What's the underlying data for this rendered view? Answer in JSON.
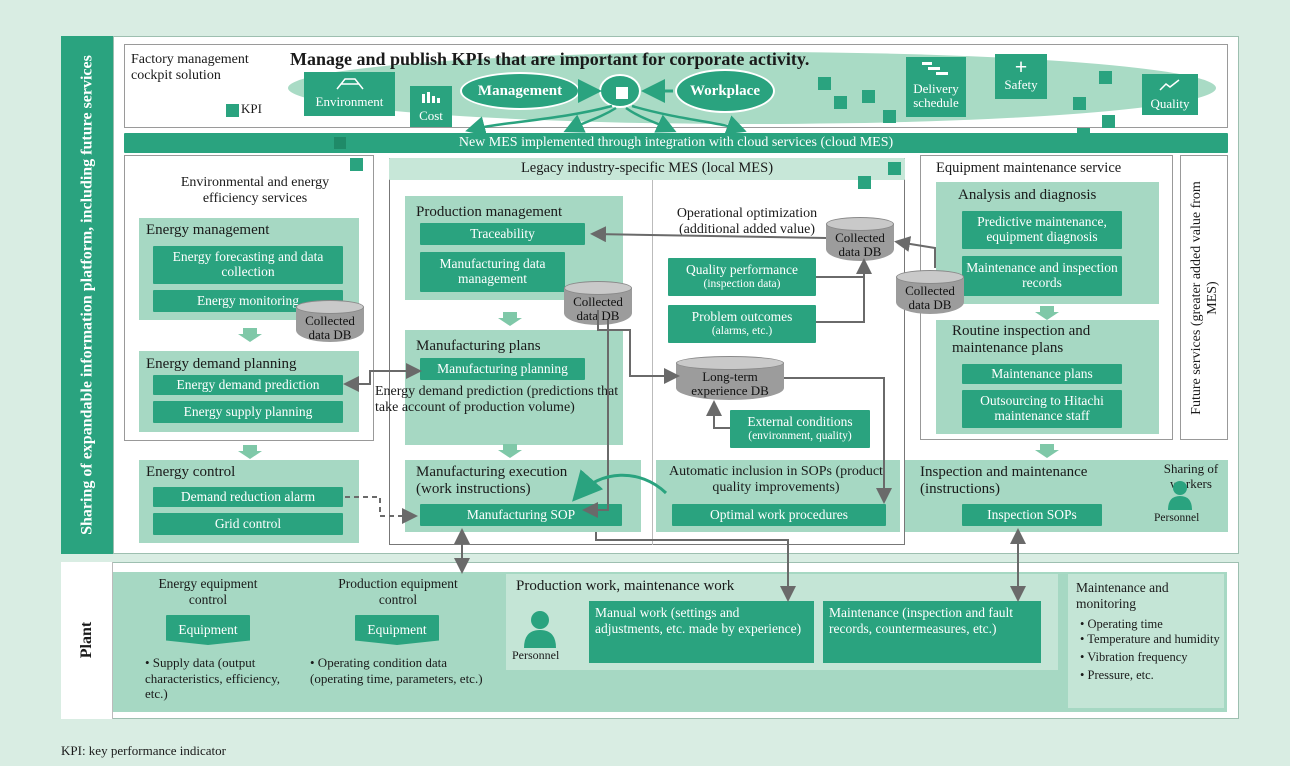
{
  "side_label": "Sharing of expandable information platform, including future services",
  "cockpit": {
    "title": "Factory management cockpit solution",
    "headline": "Manage and publish KPIs that are important for corporate activity.",
    "kpi_legend": "KPI",
    "environment": "Environment",
    "cost": "Cost",
    "management": "Management",
    "workplace": "Workplace",
    "delivery": "Delivery schedule",
    "safety": "Safety",
    "quality": "Quality"
  },
  "cloud_mes": "New MES implemented through integration with cloud services (cloud MES)",
  "env": {
    "title": "Environmental and energy efficiency services",
    "energy_management": "Energy management",
    "forecasting": "Energy forecasting and data collection",
    "monitoring": "Energy monitoring",
    "db": "Collected data DB",
    "demand_planning": "Energy demand planning",
    "demand_prediction": "Energy demand prediction",
    "supply_planning": "Energy supply planning",
    "control": "Energy control",
    "reduction_alarm": "Demand reduction alarm",
    "grid": "Grid control"
  },
  "legacy": {
    "title": "Legacy industry-specific MES (local MES)",
    "prod_mgmt": "Production management",
    "traceability": "Traceability",
    "mfg_data": "Manufacturing data management",
    "db": "Collected data DB",
    "plans": "Manufacturing plans",
    "planning": "Manufacturing planning",
    "energy_note": "Energy demand prediction (predictions that take account of production volume)",
    "execution": "Manufacturing execution (work instructions)",
    "sop": "Manufacturing SOP",
    "optimization": "Operational optimization (additional added value)",
    "quality_perf": "Quality performance",
    "quality_perf_sub": "(inspection data)",
    "problem": "Problem outcomes",
    "problem_sub": "(alarms, etc.)",
    "lt_db": "Long-term experience DB",
    "external": "External conditions",
    "external_sub": "(environment, quality)",
    "auto": "Automatic inclusion in SOPs (product quality improvements)",
    "optimal": "Optimal work procedures"
  },
  "maint": {
    "title": "Equipment maintenance service",
    "analysis": "Analysis and diagnosis",
    "predictive": "Predictive maintenance, equipment diagnosis",
    "records": "Maintenance and inspection records",
    "db": "Collected data DB",
    "routine": "Routine inspection and maintenance plans",
    "plans": "Maintenance plans",
    "outsourcing": "Outsourcing to Hitachi maintenance staff",
    "inspection": "Inspection and maintenance (instructions)",
    "sops": "Inspection SOPs",
    "sharing": "Sharing of workers",
    "personnel": "Personnel"
  },
  "future": "Future services (greater added value from MES)",
  "plant": {
    "label": "Plant",
    "energy_eq": "Energy equipment control",
    "prod_eq": "Production equipment control",
    "equipment": "Equipment",
    "supply_data": "• Supply data (output characteristics, efficiency, etc.)",
    "operating_data": "• Operating condition data (operating time, parameters, etc.)",
    "work_title": "Production work, maintenance work",
    "personnel": "Personnel",
    "manual": "Manual work (settings and adjustments, etc. made by experience)",
    "maintenance": "Maintenance (inspection and fault records, countermeasures, etc.)",
    "monitor_title": "Maintenance and monitoring",
    "monitor_items": [
      "• Operating time",
      "• Temperature and humidity",
      "• Vibration frequency",
      "• Pressure, etc."
    ]
  },
  "footnote": "KPI: key performance indicator"
}
